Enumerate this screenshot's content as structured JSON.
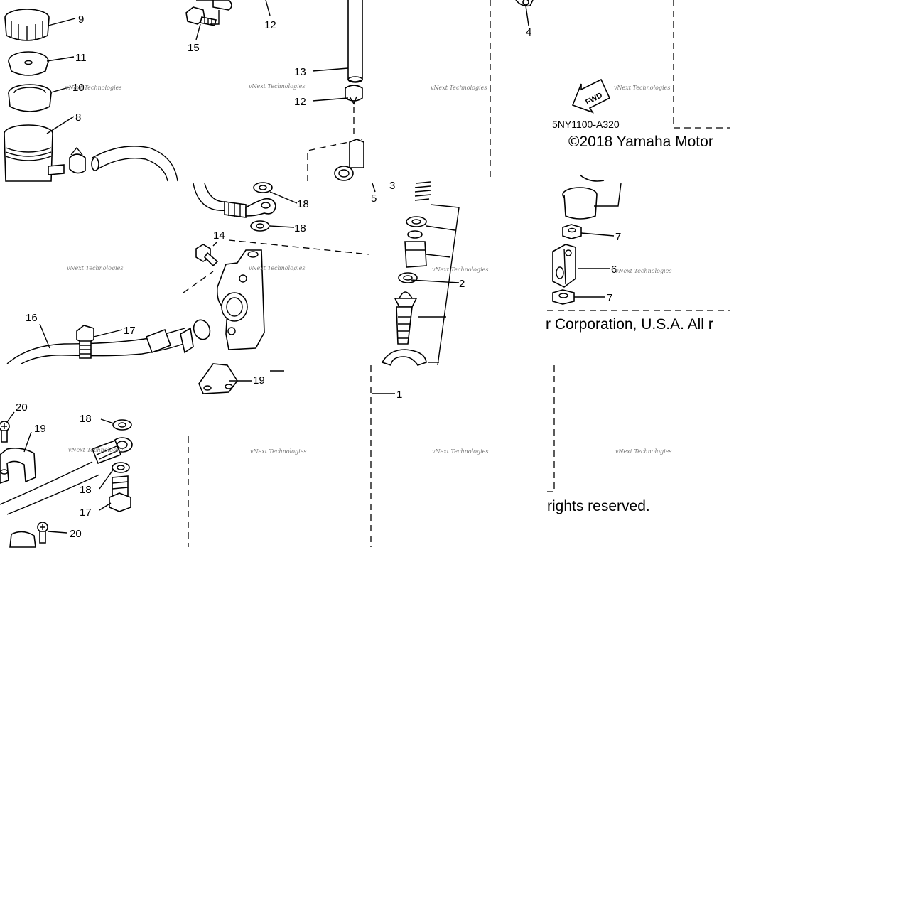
{
  "diagram": {
    "drawing_code": "5NY1100-A320",
    "copyright_segments": [
      "©2018 Yamaha Motor",
      "r Corporation, U.S.A. All r",
      "rights reserved."
    ],
    "fwd_arrow_label": "FWD",
    "watermark": "vNext Technologies",
    "callouts": {
      "c9": "9",
      "c11": "11",
      "c10": "10",
      "c8": "8",
      "c12a": "12",
      "c15": "15",
      "c13": "13",
      "c12b": "12",
      "c4": "4",
      "c18a": "18",
      "c18b": "18",
      "c14": "14",
      "c5": "5",
      "c3": "3",
      "c2": "2",
      "c7a": "7",
      "c6": "6",
      "c7b": "7",
      "c16": "16",
      "c17a": "17",
      "c19a": "19",
      "c1": "1",
      "c20a": "20",
      "c19b": "19",
      "c18c": "18",
      "c18d": "18",
      "c17b": "17",
      "c20b": "20"
    }
  }
}
